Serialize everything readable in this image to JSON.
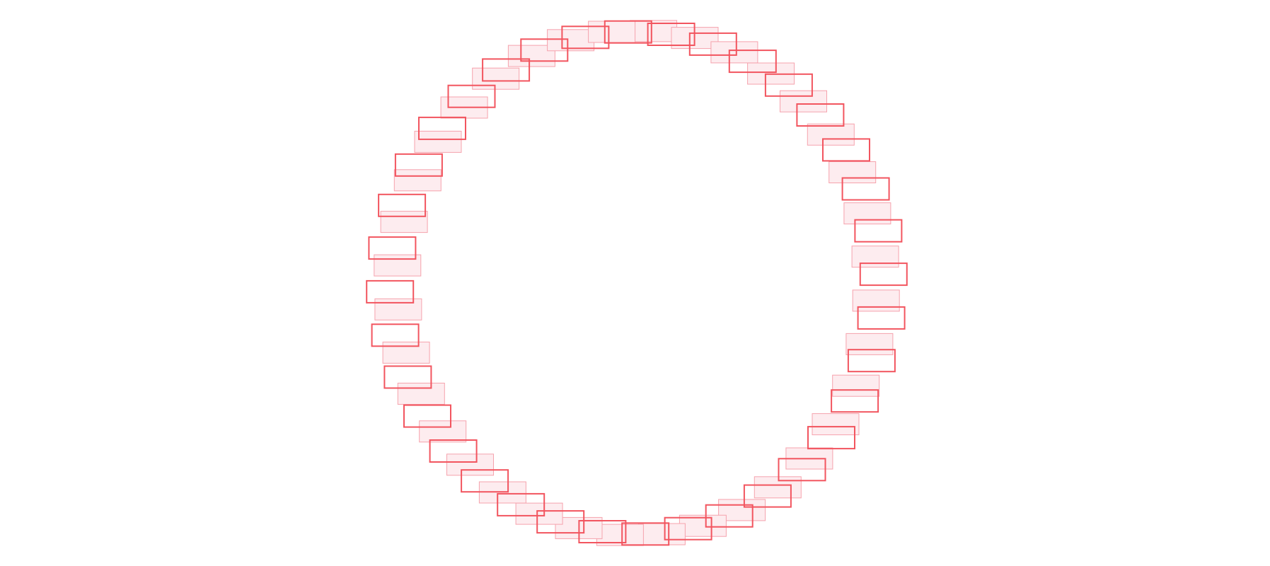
{
  "diagram": {
    "shape": "ring of rectangles",
    "layers": [
      {
        "name": "faint-ring",
        "style": "filled-light",
        "count": 36,
        "fill": "#fdecef",
        "stroke": "#f6a3ad"
      },
      {
        "name": "bold-ring",
        "style": "outline",
        "count": 36,
        "fill": "none",
        "stroke": "#f2555f"
      }
    ]
  }
}
